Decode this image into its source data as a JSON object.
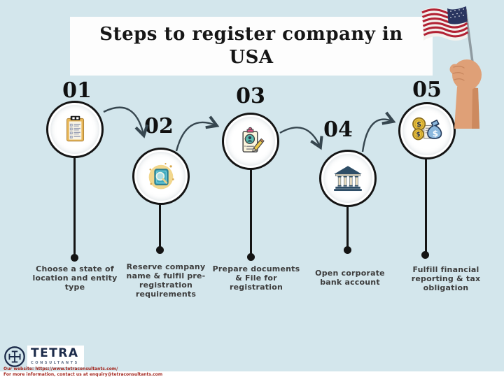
{
  "header": {
    "title_line1": "Steps to register company in",
    "title_line2": "USA"
  },
  "steps": [
    {
      "number": "01",
      "label": "Choose a state of location and entity type",
      "icon": "checklist-icon"
    },
    {
      "number": "02",
      "label": "Reserve company name & fulfil pre-registration requirements",
      "icon": "search-book-icon"
    },
    {
      "number": "03",
      "label": "Prepare documents & File for registration",
      "icon": "document-signing-icon"
    },
    {
      "number": "04",
      "label": "Open corporate bank account",
      "icon": "bank-icon"
    },
    {
      "number": "05",
      "label": "Fulfill financial reporting & tax obligation",
      "icon": "money-icon"
    }
  ],
  "footer": {
    "brand_name": "TETRA",
    "brand_subtitle": "CONSULTANTS",
    "website_line": "Our website: https://www.tetraconsultants.com/",
    "contact_line": "For more information, contact us at enquiry@tetraconsultants.com"
  },
  "colors": {
    "background": "#d3e6ec",
    "banner": "#fdfdfd",
    "ink": "#141414",
    "label_text": "#3c3c3c",
    "brand_navy": "#1c2b4a",
    "fine_print_red": "#a3271f",
    "flag_red": "#b22234",
    "flag_navy": "#2a3560"
  }
}
